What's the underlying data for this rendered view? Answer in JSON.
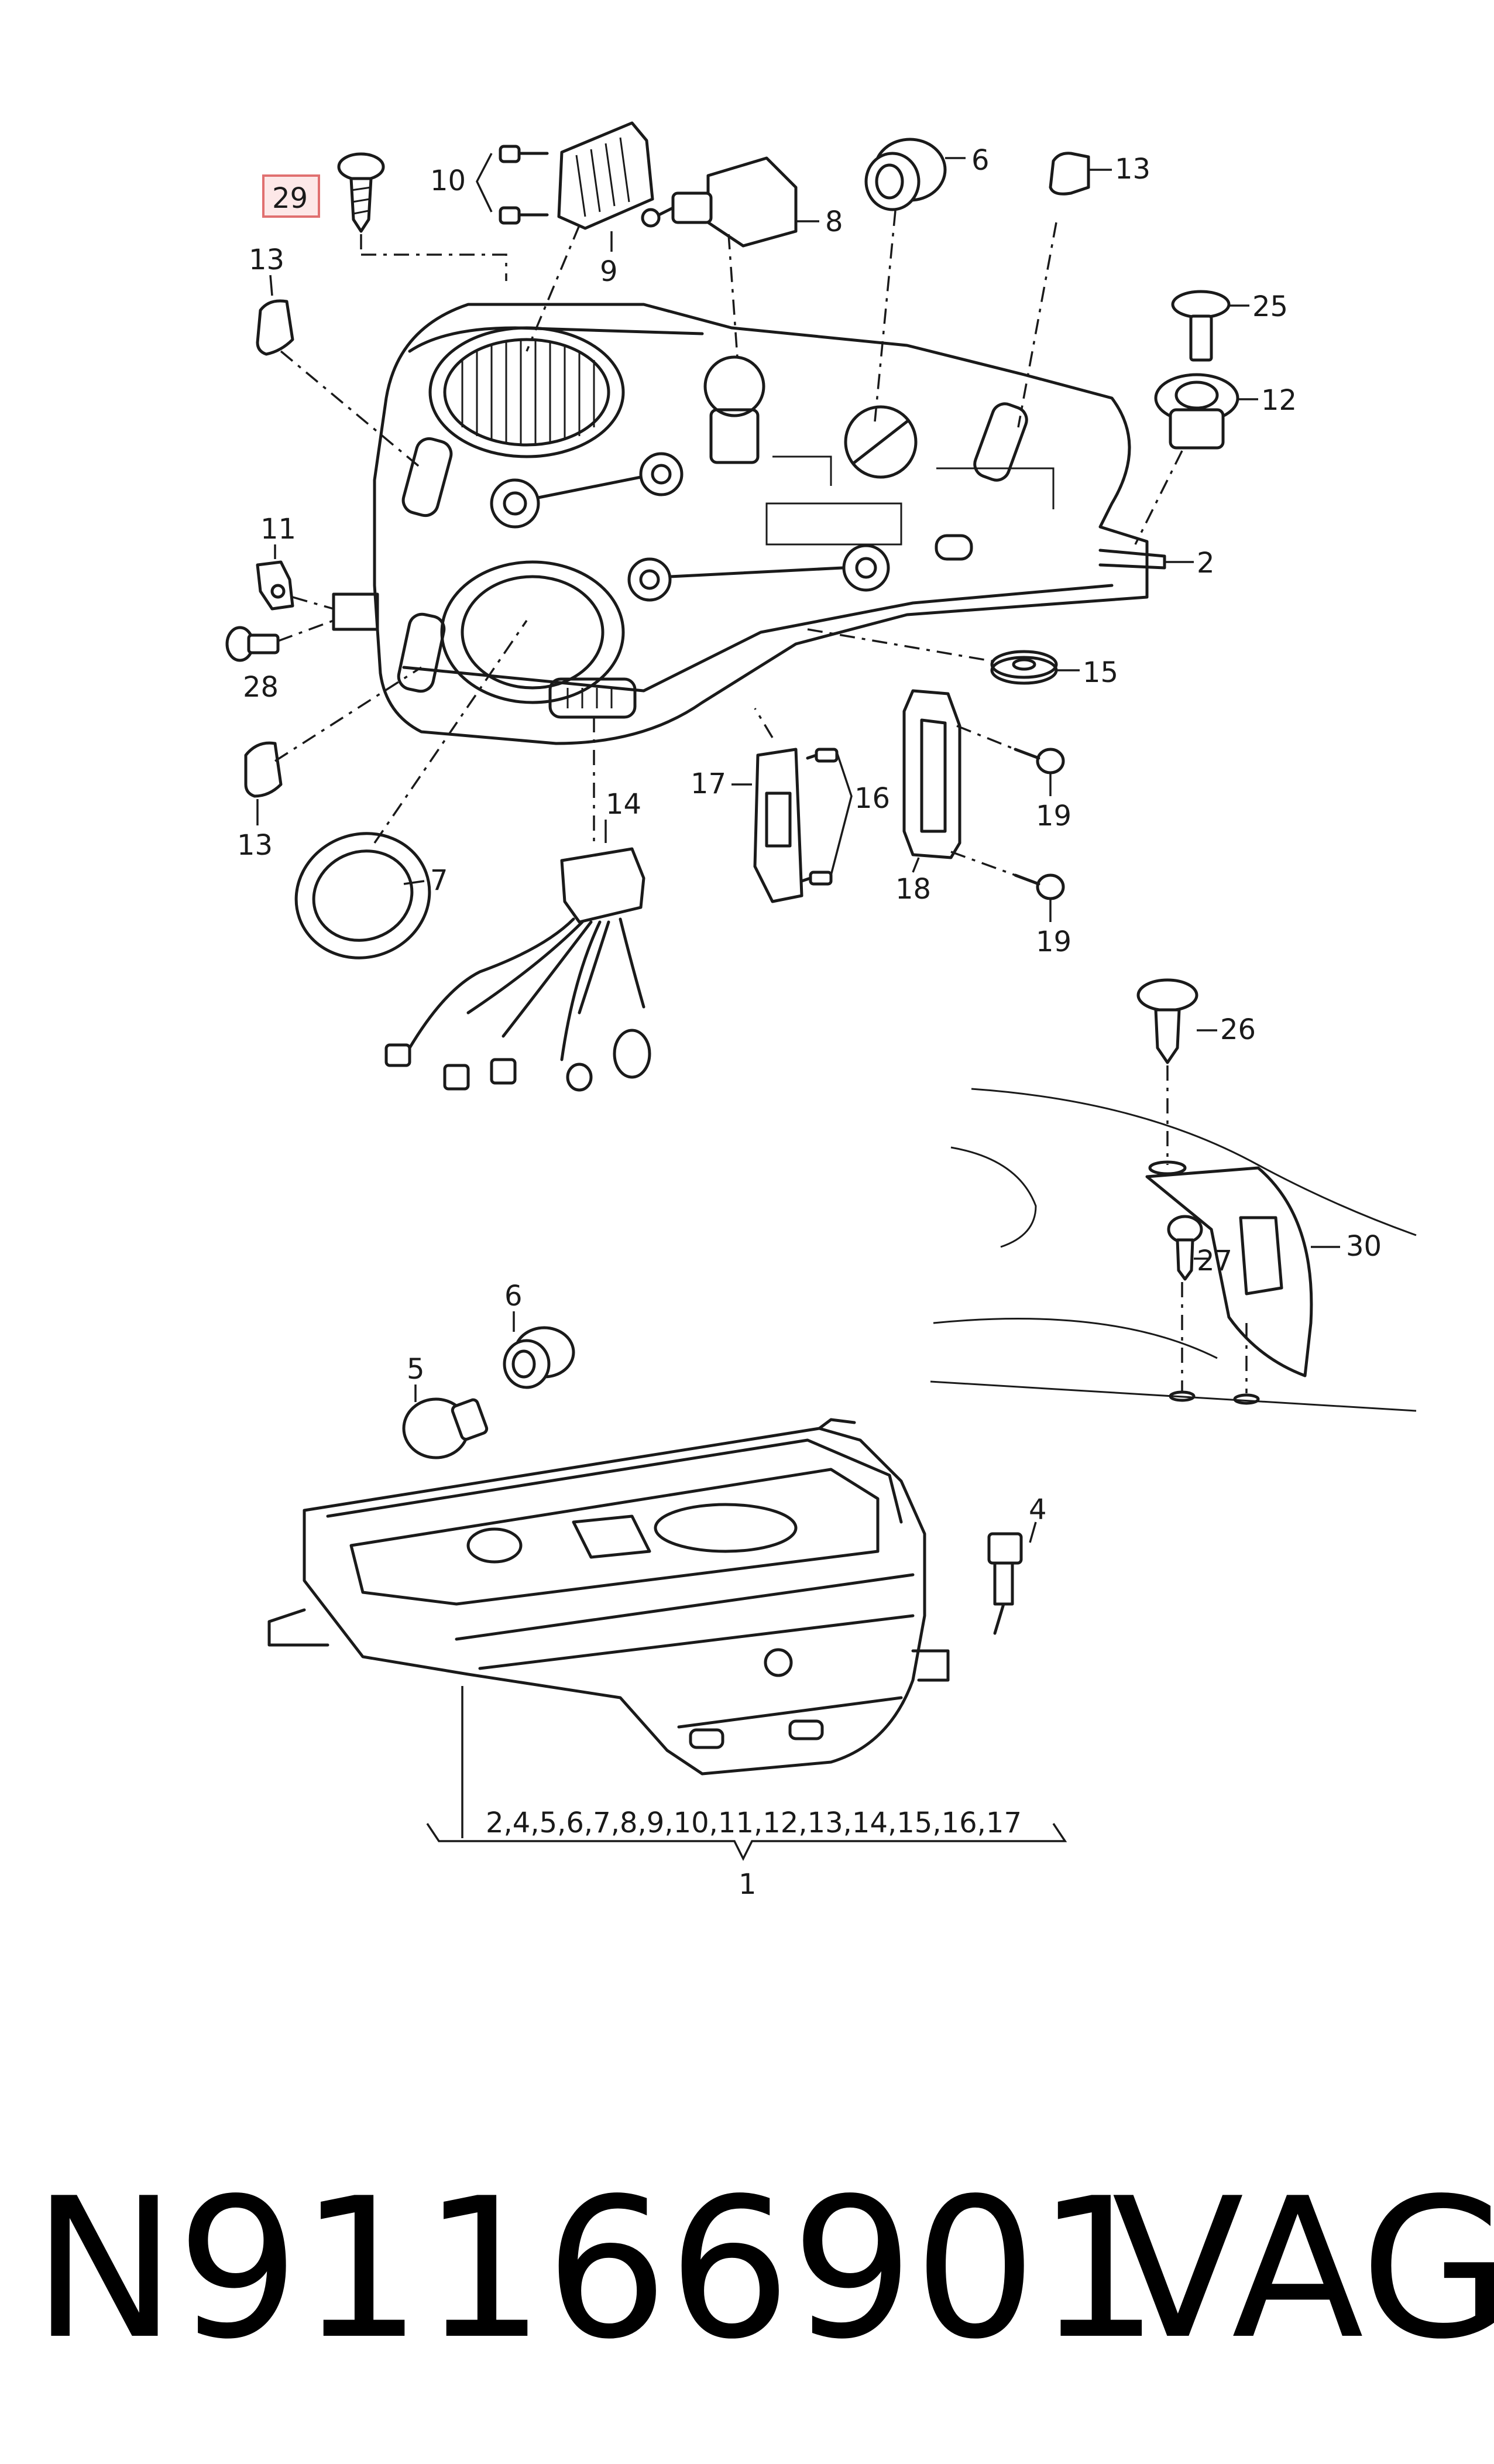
{
  "callouts": {
    "c29": "29",
    "c10": "10",
    "c9": "9",
    "c8": "8",
    "c6a": "6",
    "c13a": "13",
    "c13b": "13",
    "c25": "25",
    "c12": "12",
    "c2": "2",
    "c11": "11",
    "c28": "28",
    "c15": "15",
    "c13c": "13",
    "c17": "17",
    "c16": "16",
    "c19a": "19",
    "c18": "18",
    "c19b": "19",
    "c14": "14",
    "c7": "7",
    "c26": "26",
    "c27": "27",
    "c30": "30",
    "c6b": "6",
    "c5": "5",
    "c4": "4",
    "c1": "1",
    "bracket_list": "2,4,5,6,7,8,9,10,11,12,13,14,15,16,17"
  },
  "highlighted_callout": "29",
  "highlight_color": "#e07070",
  "footer": {
    "part_number": "N91166901",
    "brand": "VAG"
  }
}
